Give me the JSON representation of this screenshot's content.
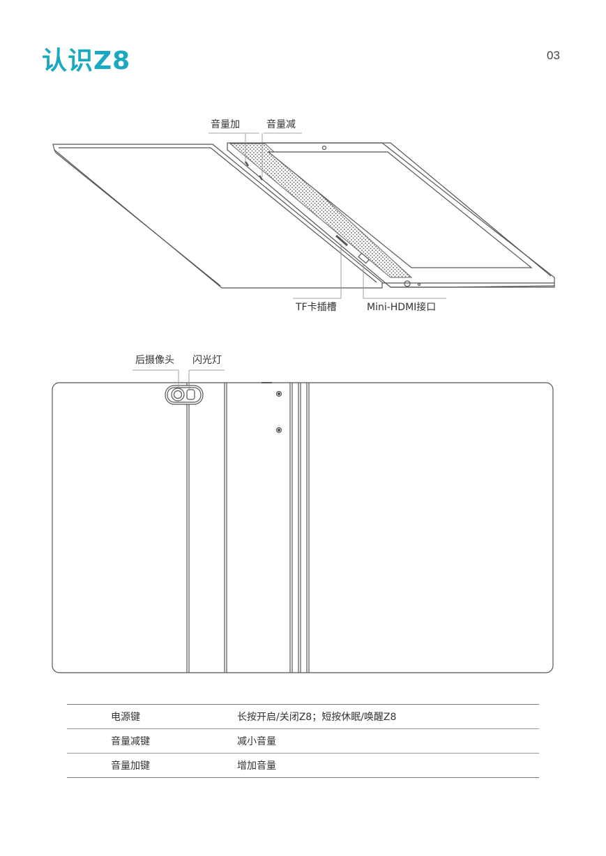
{
  "header": {
    "title": "认识Z8",
    "page_number": "03"
  },
  "figure_top": {
    "labels": {
      "volume_up": "音量加",
      "volume_down": "音量减",
      "tf_slot": "TF卡插槽",
      "mini_hdmi": "Mini-HDMI接口"
    }
  },
  "figure_back": {
    "labels": {
      "rear_camera": "后摄像头",
      "flash": "闪光灯"
    }
  },
  "spec_table": {
    "rows": [
      {
        "key": "电源键",
        "value": "长按开启/关闭Z8；短按休眠/唤醒Z8"
      },
      {
        "key": "音量减键",
        "value": "减小音量"
      },
      {
        "key": "音量加键",
        "value": "增加音量"
      }
    ]
  }
}
